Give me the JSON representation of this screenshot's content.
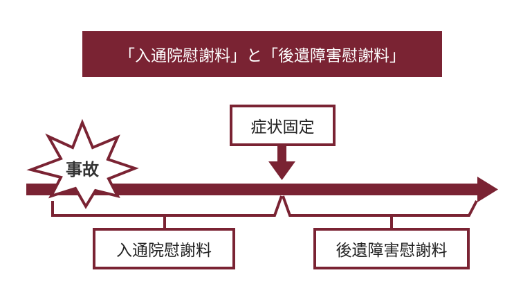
{
  "title": "「入通院慰謝料」と「後遺障害慰謝料」",
  "accident_label": "事故",
  "symptom_fixation_label": "症状固定",
  "hospitalization_label": "入通院慰謝料",
  "aftereffect_label": "後遺障害慰謝料",
  "colors": {
    "accent": "#7a2333",
    "text": "#222222",
    "background": "#ffffff"
  }
}
